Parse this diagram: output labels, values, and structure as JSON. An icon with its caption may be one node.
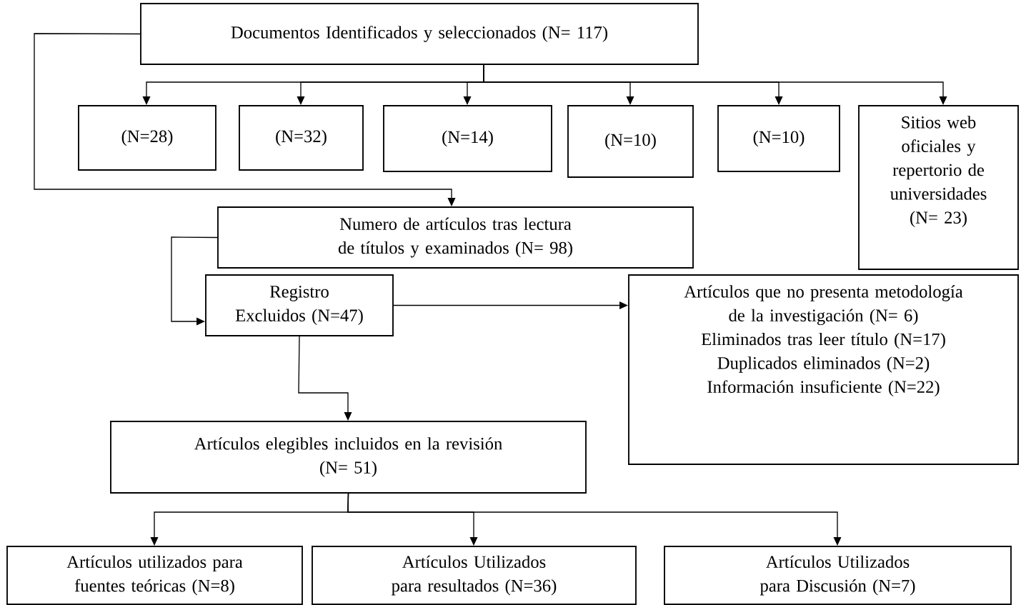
{
  "diagram": {
    "nodes": [
      {
        "text": [
          "Documentos Identificados y seleccionados (N= 117)"
        ]
      },
      {
        "text": [
          "(N=28)"
        ]
      },
      {
        "text": [
          "(N=32)"
        ]
      },
      {
        "text": [
          "(N=14)"
        ]
      },
      {
        "text": [
          "(N=10)"
        ]
      },
      {
        "text": [
          "(N=10)"
        ]
      },
      {
        "text": [
          "Sitios web oficiales y repertorio de universidades",
          "(N= 23)"
        ]
      },
      {
        "text": [
          "Numero de artículos tras lectura de títulos y examinados (N= 98)"
        ]
      },
      {
        "text": [
          "Registro Excluidos (N=47)"
        ]
      },
      {
        "text": [
          "Artículos que no presenta metodología de la investigación (N= 6)",
          "Eliminados tras leer título (N=17)",
          "Duplicados eliminados (N=2)",
          "Información insuficiente (N=22)"
        ]
      },
      {
        "text": [
          "Artículos elegibles incluidos en la revisión",
          "(N= 51)"
        ]
      },
      {
        "text": [
          "Artículos utilizados para fuentes teóricas (N=8)"
        ]
      },
      {
        "text": [
          "Artículos Utilizados para resultados (N=36)"
        ]
      },
      {
        "text": [
          "Artículos Utilizados para Discusión (N=7)"
        ]
      }
    ],
    "edges": [
      {
        "from": 0,
        "to": 1,
        "arrow": "to"
      },
      {
        "from": 0,
        "to": 2,
        "arrow": "to"
      },
      {
        "from": 0,
        "to": 3,
        "arrow": "to"
      },
      {
        "from": 0,
        "to": 4,
        "arrow": "to"
      },
      {
        "from": 0,
        "to": 5,
        "arrow": "to"
      },
      {
        "from": 0,
        "to": 6,
        "arrow": "to"
      },
      {
        "from": 0,
        "to": 7,
        "arrow": "to"
      },
      {
        "from": 7,
        "to": 8,
        "arrow": "to"
      },
      {
        "from": 8,
        "to": 9,
        "arrow": "to"
      },
      {
        "from": 8,
        "to": 10,
        "arrow": "to"
      },
      {
        "from": 10,
        "to": 11,
        "arrow": "to"
      },
      {
        "from": 10,
        "to": 12,
        "arrow": "to"
      },
      {
        "from": 10,
        "to": 13,
        "arrow": "to"
      }
    ]
  }
}
